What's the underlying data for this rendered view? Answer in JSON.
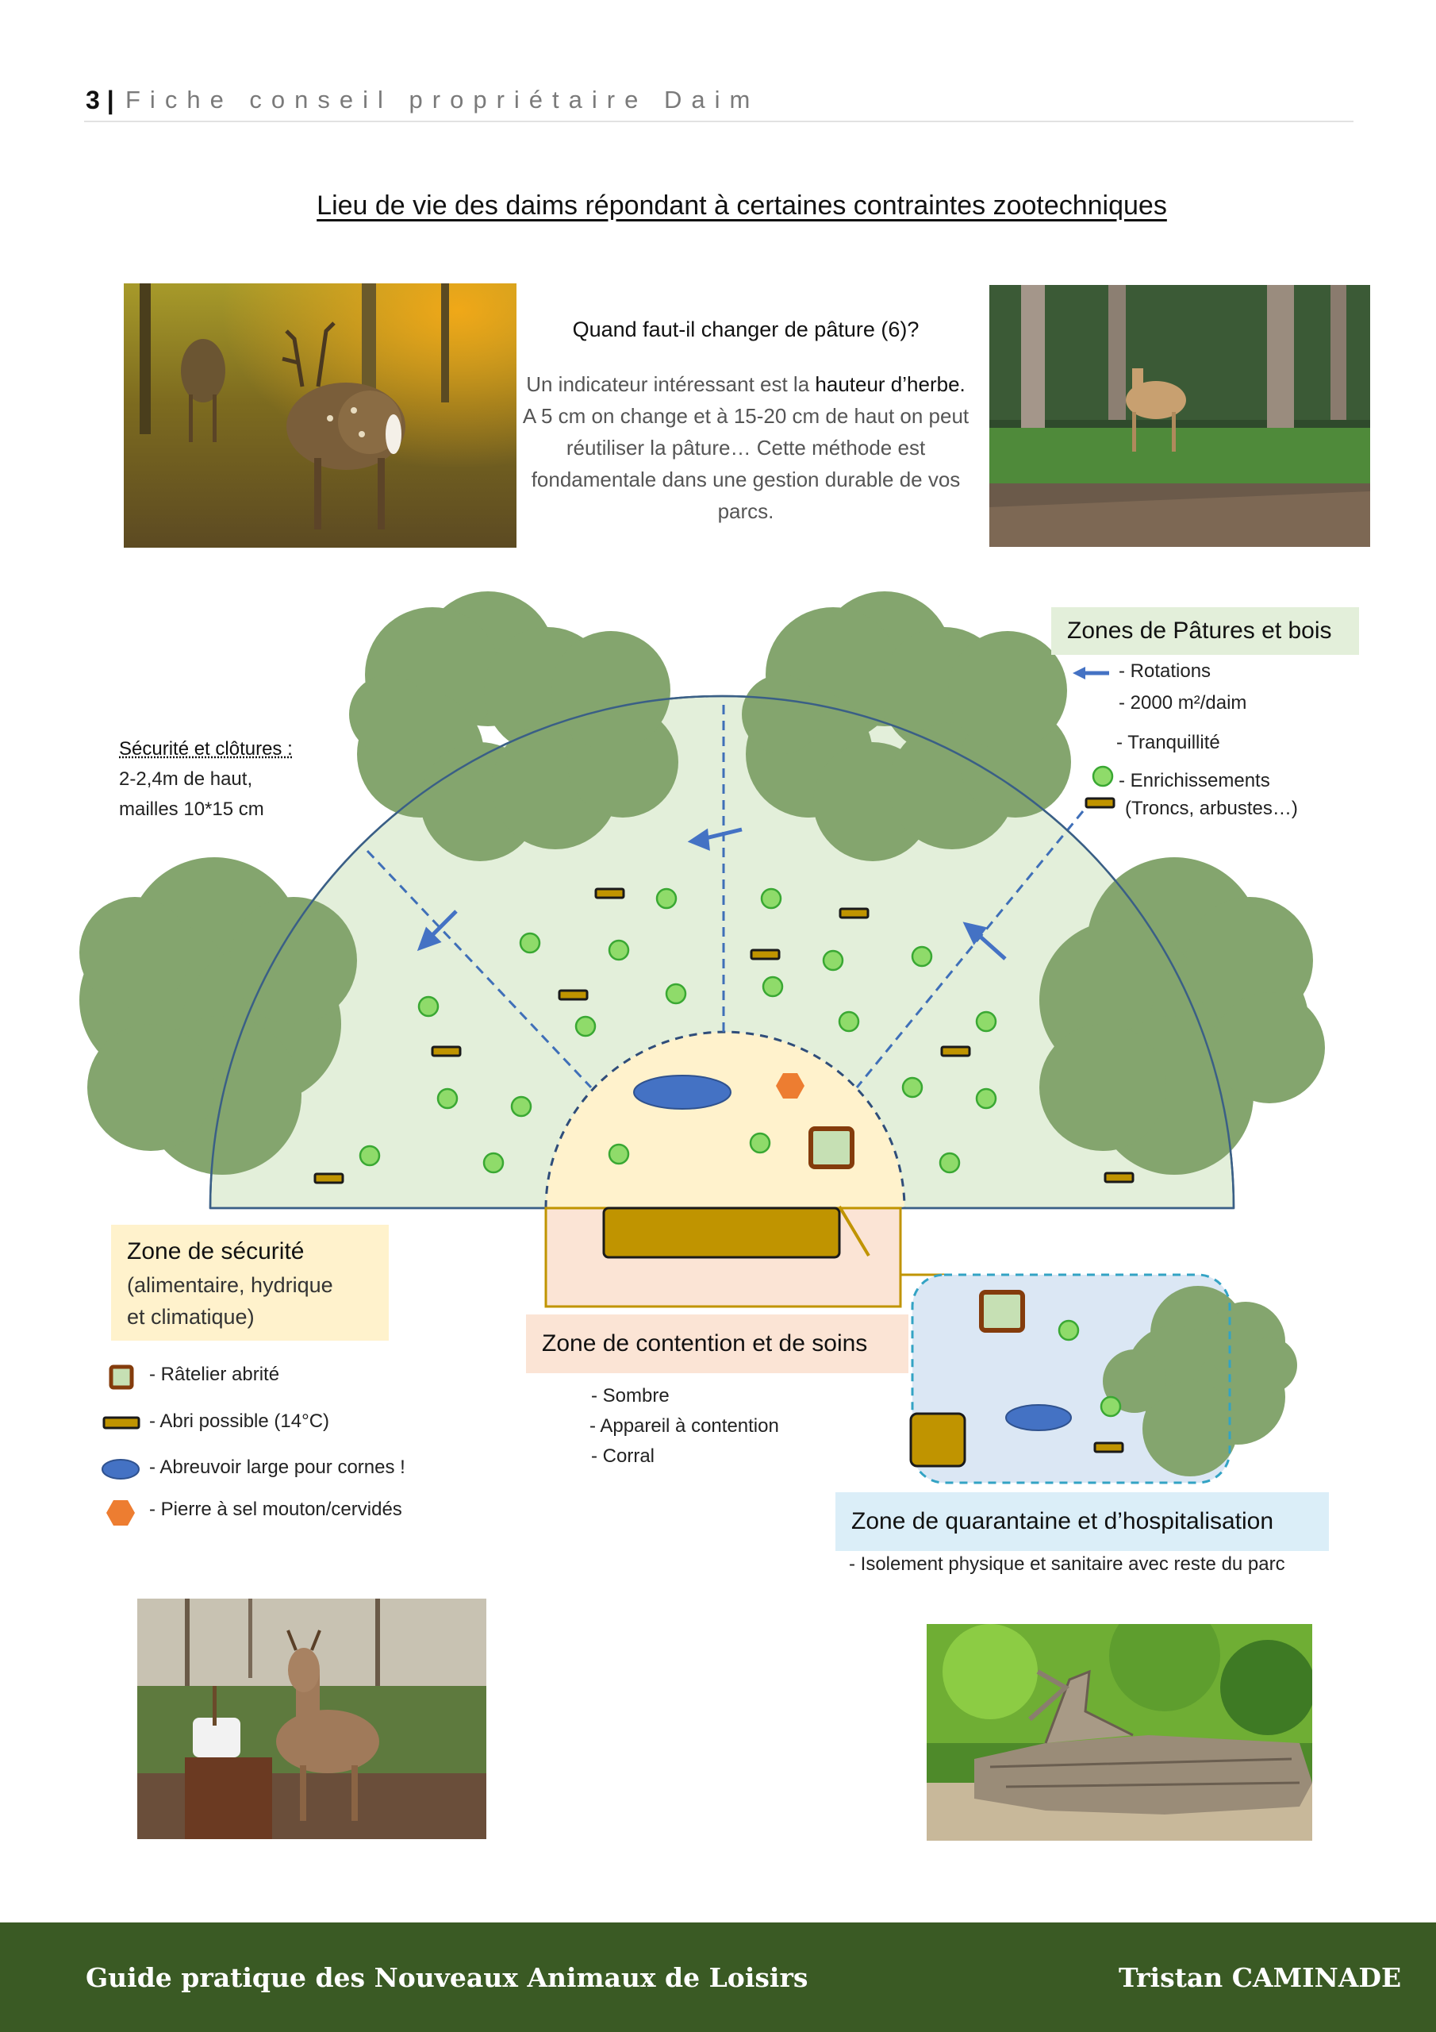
{
  "header": {
    "page_number": "3",
    "separator": "|",
    "title": "Fiche conseil propriétaire Daim"
  },
  "main_title": "Lieu de vie des daims répondant à certaines contraintes zootechniques",
  "pasture": {
    "question": "Quand faut-il changer de pâture  (6)?",
    "text_1": "Un indicateur intéressant est la ",
    "text_bold": "hauteur d’herbe.",
    "text_2": "  A 5 cm on change et à 15-20 cm de haut on peut réutiliser la pâture… Cette méthode est fondamentale dans une gestion durable de vos parcs."
  },
  "security": {
    "title": "Sécurité et clôtures :",
    "line_1": "2-2,4m de haut,",
    "line_2": "mailles 10*15 cm"
  },
  "zones_paturage": {
    "title": "Zones de Pâtures et bois",
    "items": [
      "- Rotations",
      "- 2000 m²/daim",
      "- Tranquillité",
      "- Enrichissements",
      "(Troncs, arbustes…)"
    ]
  },
  "zone_securite": {
    "title": "Zone de sécurité",
    "subtitle_1": "(alimentaire, hydrique",
    "subtitle_2": "et climatique)",
    "legend": [
      "- Râtelier abrité",
      "- Abri possible (14°C)",
      "- Abreuvoir large pour cornes !",
      "- Pierre à sel mouton/cervidés"
    ]
  },
  "zone_contention": {
    "title": "Zone de contention et de soins",
    "items": [
      "- Sombre",
      "- Appareil à contention",
      "- Corral"
    ]
  },
  "zone_quarantaine": {
    "title": "Zone de quarantaine et d’hospitalisation",
    "items": [
      "- Isolement physique et sanitaire avec reste du parc"
    ]
  },
  "footer": {
    "left": "Guide pratique des Nouveaux Animaux de Loisirs",
    "right": "Tristan CAMINADE"
  },
  "colors": {
    "pasture_fill": "#e3efda",
    "tree": "#84a56e",
    "security_fill": "#fff2cc",
    "contention_fill": "#fbe4d5",
    "quarantine_fill": "#dbe7f4",
    "enrichment_dot": "#8fdb6a",
    "log": "#c09400",
    "water": "#4472c4",
    "salt": "#ed7d31",
    "footer": "#3a5a24"
  }
}
